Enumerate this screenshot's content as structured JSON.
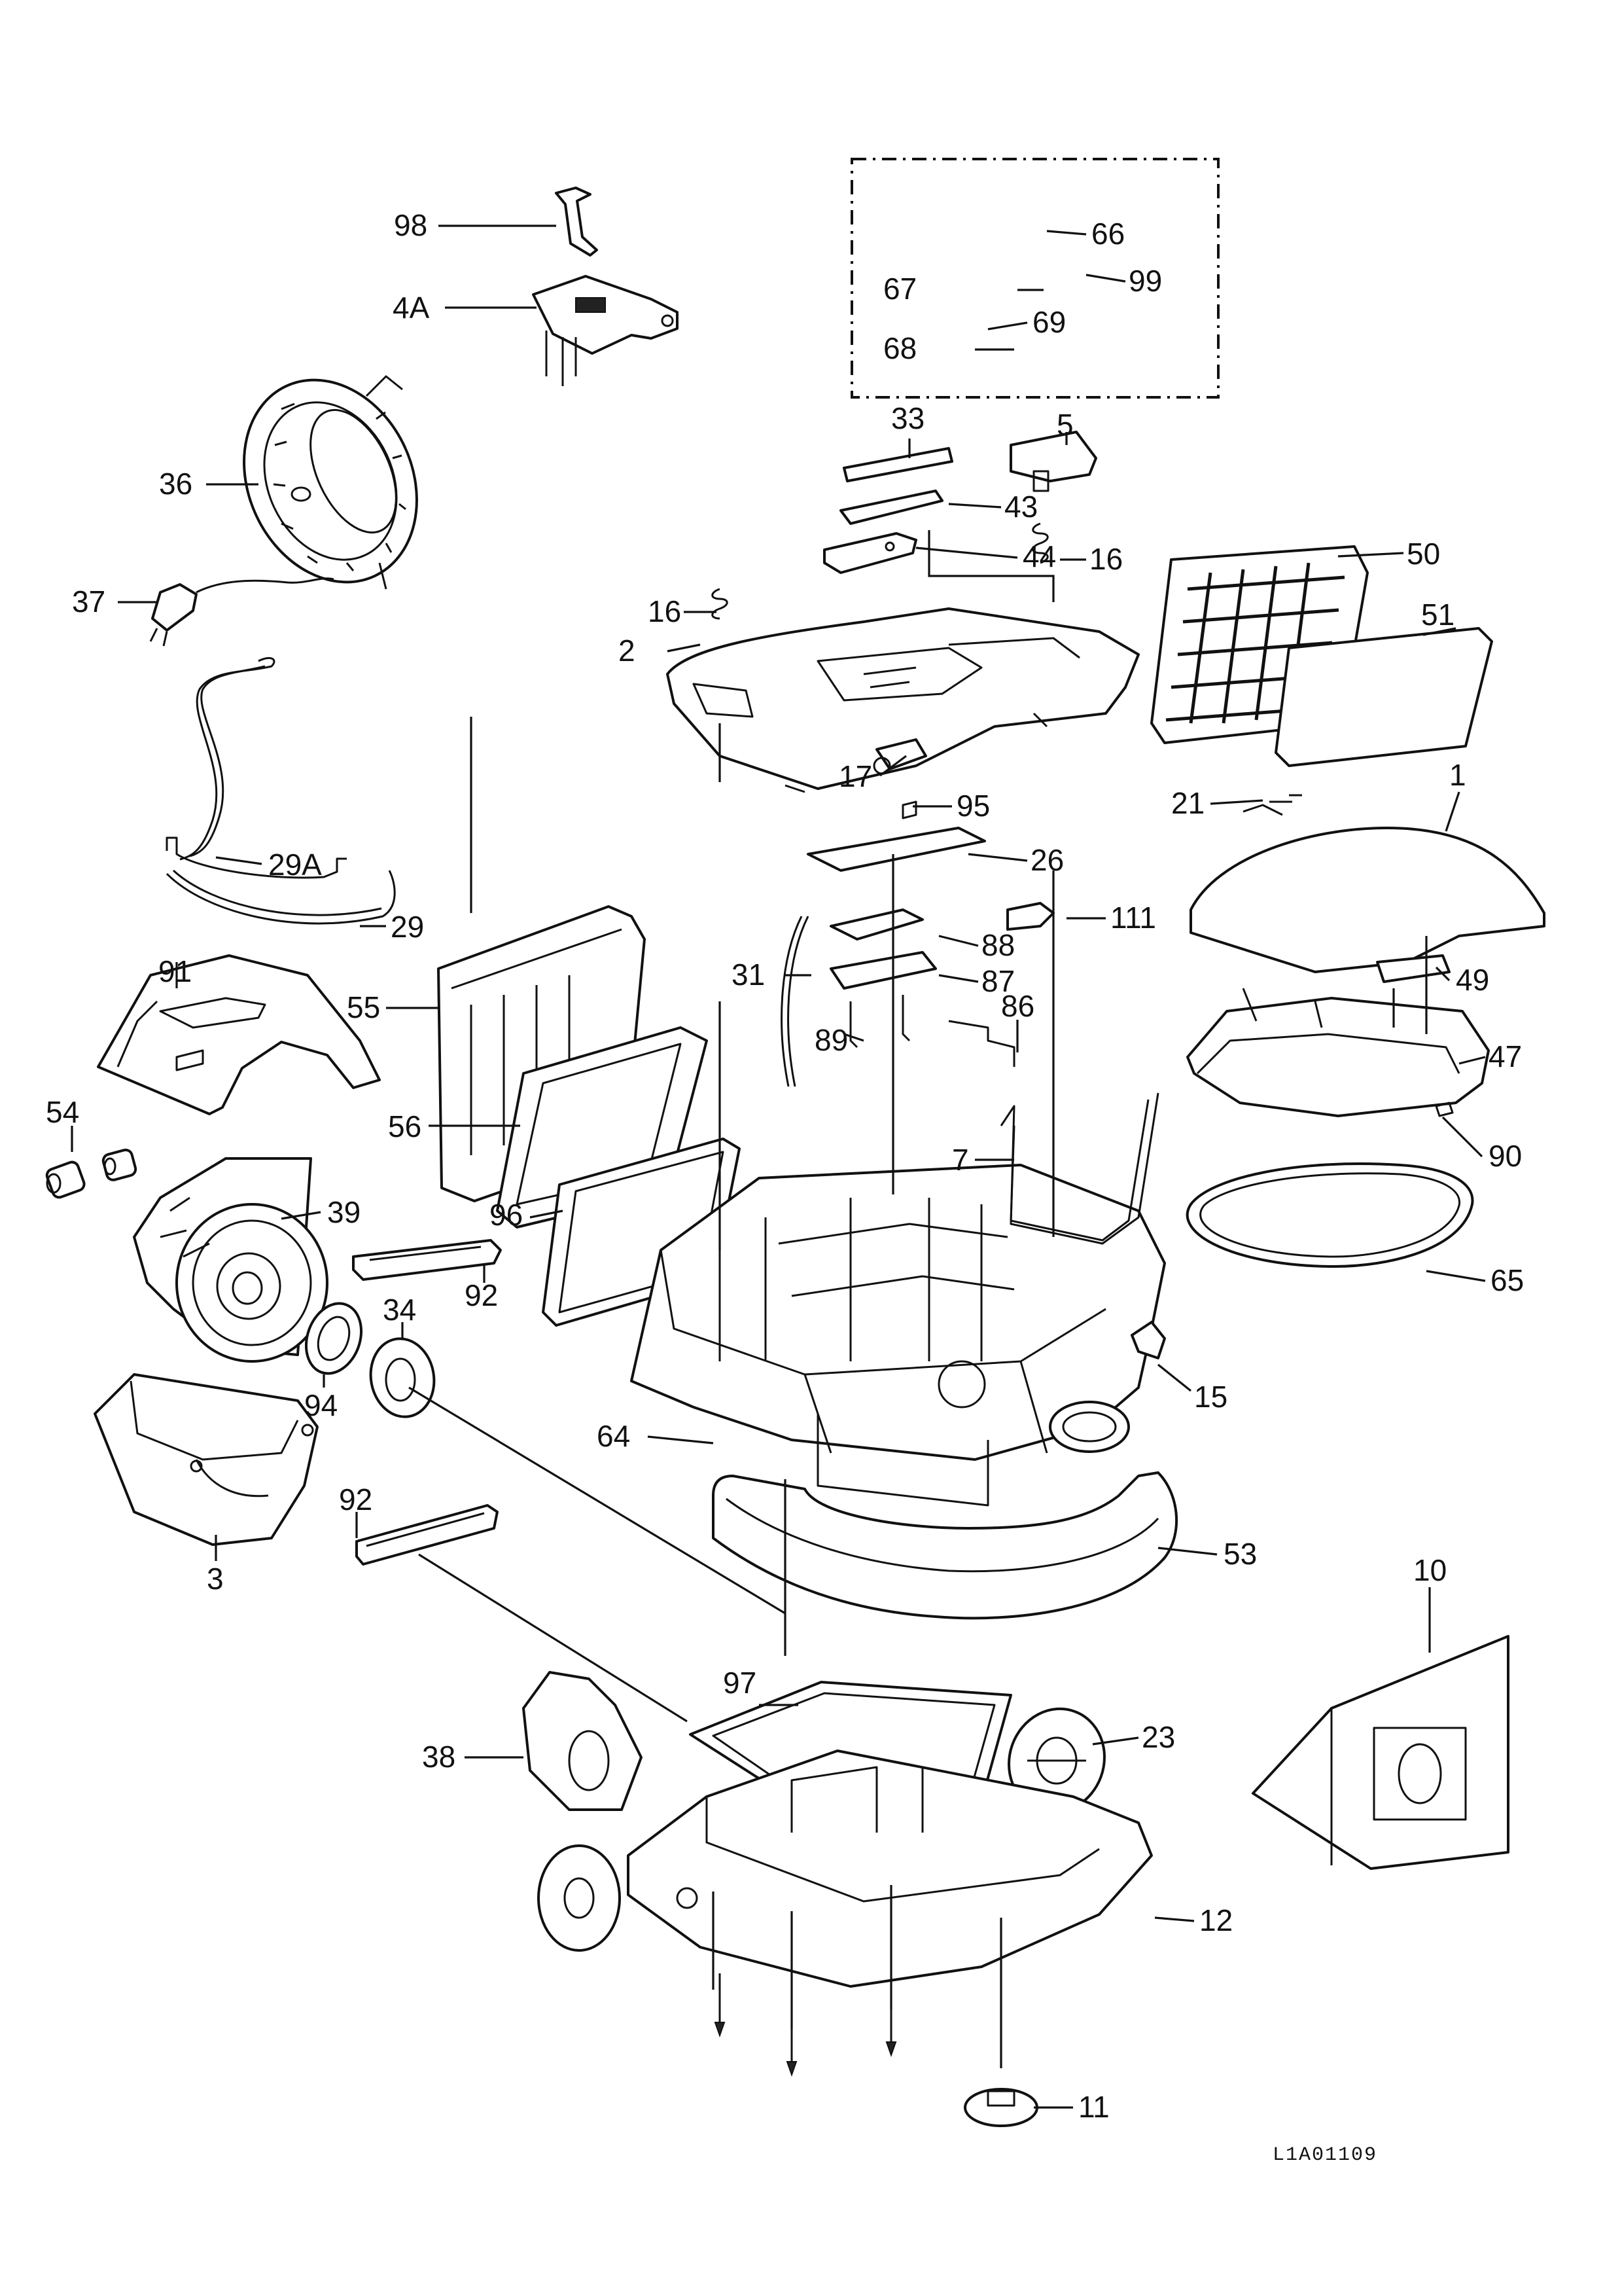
{
  "drawing_code": "L1A01109",
  "callouts": [
    "98",
    "4A",
    "36",
    "37",
    "29A",
    "29",
    "91",
    "55",
    "56",
    "96",
    "54",
    "39",
    "92",
    "34",
    "94",
    "3",
    "92",
    "66",
    "67",
    "99",
    "68",
    "69",
    "33",
    "5",
    "43",
    "44",
    "16",
    "16",
    "2",
    "17",
    "95",
    "26",
    "111",
    "88",
    "87",
    "31",
    "89",
    "86",
    "7",
    "64",
    "15",
    "53",
    "50",
    "51",
    "21",
    "1",
    "49",
    "47",
    "90",
    "65",
    "10",
    "97",
    "23",
    "38",
    "12",
    "11"
  ]
}
